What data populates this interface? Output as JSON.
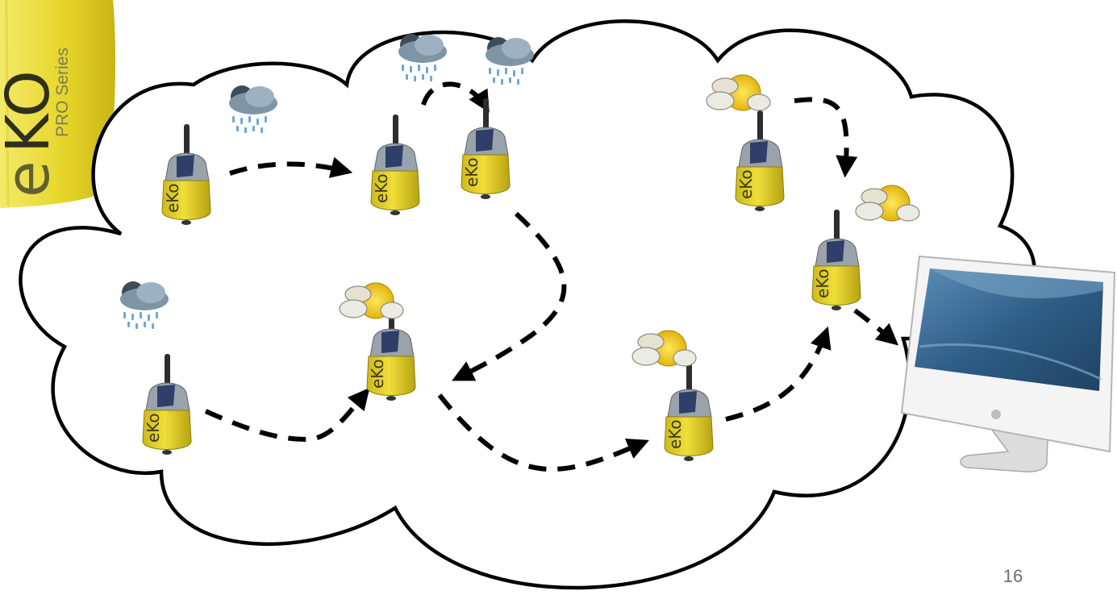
{
  "slide": {
    "page_number": "16"
  },
  "brand": {
    "series_text": "PRO Series",
    "logo_text": "eKo"
  },
  "colors": {
    "node_yellow": "#e8d426",
    "node_yellow_dark": "#b9a712",
    "cloud_stroke": "#000000",
    "link_stroke": "#000000",
    "sun": "#f2c418",
    "rain_cloud": "#6f8596",
    "rain_drop": "#6fa9d3",
    "screen_blue": "#2e5d86"
  },
  "nodes": [
    {
      "id": "n1",
      "weather": "rain-night"
    },
    {
      "id": "n2",
      "weather": "rain-night"
    },
    {
      "id": "n3",
      "weather": "rain-night"
    },
    {
      "id": "n4",
      "weather": "partly-sunny"
    },
    {
      "id": "n5",
      "weather": "partly-sunny"
    },
    {
      "id": "n6",
      "weather": "rain-night"
    },
    {
      "id": "n7",
      "weather": "partly-sunny"
    },
    {
      "id": "n8",
      "weather": "partly-sunny"
    }
  ],
  "icons": {
    "node": "wireless-sensor-node-icon",
    "rain": "rain-cloud-icon",
    "sun": "partly-sunny-icon",
    "computer": "desktop-computer-icon"
  }
}
